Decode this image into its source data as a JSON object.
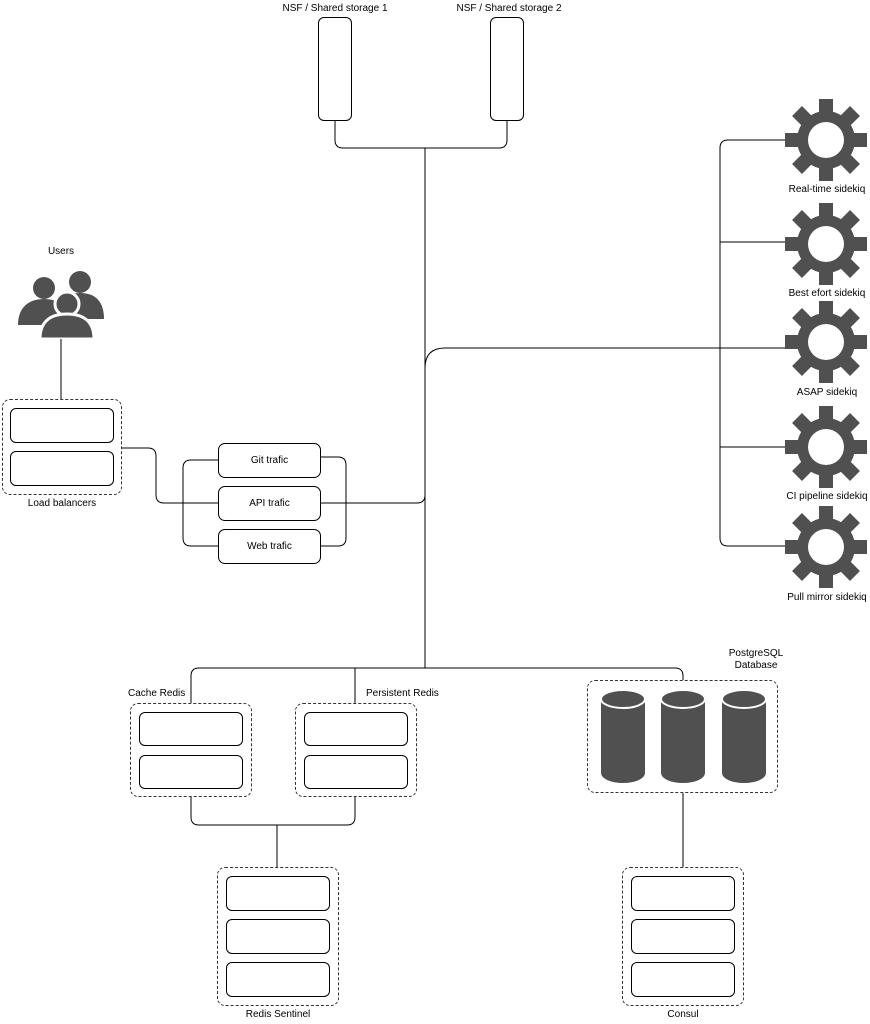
{
  "storage": [
    {
      "label": "NSF / Shared storage 1"
    },
    {
      "label": "NSF / Shared storage 2"
    }
  ],
  "users": {
    "label": "Users",
    "icon": "users-icon"
  },
  "load_balancers": {
    "label": "Load balancers"
  },
  "traffic": [
    {
      "label": "Git trafic"
    },
    {
      "label": "API trafic"
    },
    {
      "label": "Web trafic"
    }
  ],
  "sidekiq": [
    {
      "label": "Real-time sidekiq",
      "icon": "gear-icon"
    },
    {
      "label": "Best efort sidekiq",
      "icon": "gear-icon"
    },
    {
      "label": "ASAP sidekiq",
      "icon": "gear-icon"
    },
    {
      "label": "CI pipeline sidekiq",
      "icon": "gear-icon"
    },
    {
      "label": "Pull mirror sidekiq",
      "icon": "gear-icon"
    }
  ],
  "redis": {
    "cache_label": "Cache Redis",
    "persistent_label": "Persistent Redis",
    "sentinel_label": "Redis Sentinel"
  },
  "postgres": {
    "label_line1": "PostgreSQL",
    "label_line2": "Database",
    "icon": "database-icon"
  },
  "consul": {
    "label": "Consul"
  },
  "colors": {
    "icon_fill": "#505050",
    "line": "#000000",
    "dashed_border": "#333333"
  }
}
